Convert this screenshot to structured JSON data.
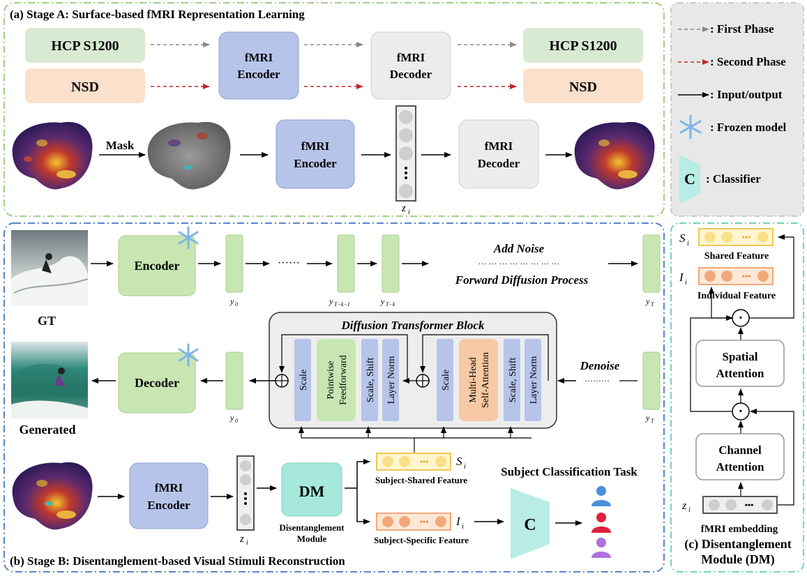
{
  "stage_a": {
    "title": "(a) Stage A: Surface-based fMRI Representation Learning",
    "hcp_label": "HCP S1200",
    "nsd_label": "NSD",
    "encoder_line1": "fMRI",
    "encoder_line2": "Encoder",
    "decoder_line1": "fMRI",
    "decoder_line2": "Decoder",
    "mask_label": "Mask",
    "latent_label": "z",
    "latent_sub": "i"
  },
  "legend": {
    "first_phase": ": First Phase",
    "second_phase": ": Second Phase",
    "input_output": ": Input/output",
    "frozen_model": ": Frozen model",
    "classifier_letter": "C",
    "classifier": ": Classifier"
  },
  "stage_b": {
    "title": "(b) Stage B: Disentanglement-based Visual Stimuli Reconstruction",
    "gt_label": "GT",
    "generated_label": "Generated",
    "encoder": "Encoder",
    "decoder": "Decoder",
    "add_noise": "Add Noise",
    "forward_diffusion": "Forward Diffusion Process",
    "denoise": "Denoise",
    "dots_short": "······",
    "dots_long": "··· ··· ··· ··· ··· ··· ··· ···",
    "dots_denoise": "·········",
    "y0": "y",
    "y0_sub": "0",
    "yTk1_sub": "T−k−1",
    "yTk_sub": "T−k",
    "yT_sub": "T",
    "dit_title": "Diffusion Transformer Block",
    "dit_blocks": [
      "Scale",
      "Pointwise Feedforward",
      "Scale, Shift",
      "Layer Norm",
      "Scale",
      "Multi-Head Self-Attention",
      "Scale, Shift",
      "Layer Norm"
    ],
    "fmri_encoder_1": "fMRI",
    "fmri_encoder_2": "Encoder",
    "dm": "DM",
    "disent_1": "Disentanglement",
    "disent_2": "Module",
    "shared_feature": "Subject-Shared Feature",
    "specific_feature": "Subject-Specific Feature",
    "s_sym": "S",
    "i_sym": "I",
    "sym_sub": "i",
    "classification_task": "Subject Classification Task",
    "classifier_letter": "C"
  },
  "stage_c": {
    "shared_feature": "Shared Feature",
    "individual_feature": "Individual Feature",
    "spatial_1": "Spatial",
    "spatial_2": "Attention",
    "channel_1": "Channel",
    "channel_2": "Attention",
    "embedding": "fMRI embedding",
    "title_1": "(c) Disentanglement",
    "title_2": "Module (DM)",
    "dot_op": "·",
    "dots": "•••"
  },
  "colors": {
    "green_box": "#d9ead3",
    "peach_box": "#fbe0cc",
    "blue_box": "#b6c4ea",
    "gray_box": "#ececec",
    "light_green": "#c8e6b2",
    "teal": "#a6e8db",
    "gray_arrow": "#888888",
    "red_arrow": "#c0282d"
  }
}
